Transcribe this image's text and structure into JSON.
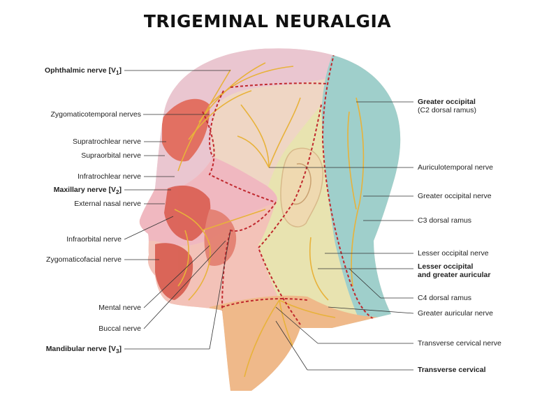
{
  "title": "TRIGEMINAL NEURALGIA",
  "labels_left": [
    {
      "id": "ophthalmic",
      "text": "Ophthalmic nerve [V",
      "sub": "1",
      "suffix": "]",
      "bold": true
    },
    {
      "id": "zygomaticotemporal",
      "text": "Zygomaticotemporal nerves",
      "bold": false
    },
    {
      "id": "supratrochlear",
      "text": "Supratrochlear nerve",
      "bold": false
    },
    {
      "id": "supraorbital",
      "text": "Supraorbital nerve",
      "bold": false
    },
    {
      "id": "infratrochlear",
      "text": "Infratrochlear nerve",
      "bold": false
    },
    {
      "id": "maxillary",
      "text": "Maxillary nerve [V",
      "sub": "2",
      "suffix": "]",
      "bold": true
    },
    {
      "id": "external-nasal",
      "text": "External nasal nerve",
      "bold": false
    },
    {
      "id": "infraorbital",
      "text": "Infraorbital nerve",
      "bold": false
    },
    {
      "id": "zygomaticofacial",
      "text": "Zygomaticofacial nerve",
      "bold": false
    },
    {
      "id": "mental",
      "text": "Mental nerve",
      "bold": false
    },
    {
      "id": "buccal",
      "text": "Buccal nerve",
      "bold": false
    },
    {
      "id": "mandibular",
      "text": "Mandibular nerve [V",
      "sub": "3",
      "suffix": "]",
      "bold": true
    }
  ],
  "labels_right": [
    {
      "id": "greater-occipital-c2",
      "text": "Greater occipital",
      "line2": "(C2 dorsal ramus)",
      "bold": true
    },
    {
      "id": "auriculotemporal",
      "text": "Auriculotemporal nerve",
      "bold": false
    },
    {
      "id": "greater-occipital",
      "text": "Greater occipital nerve",
      "bold": false
    },
    {
      "id": "c3-dorsal",
      "text": "C3 dorsal ramus",
      "bold": false
    },
    {
      "id": "lesser-occipital",
      "text": "Lesser occipital nerve",
      "bold": false
    },
    {
      "id": "lesser-and-greater",
      "text": "Lesser occipital",
      "line2": "and greater auricular",
      "bold": true
    },
    {
      "id": "c4-dorsal",
      "text": "C4 dorsal ramus",
      "bold": false
    },
    {
      "id": "greater-auricular",
      "text": "Greater auricular nerve",
      "bold": false
    },
    {
      "id": "transverse-cervical-nerve",
      "text": "Transverse cervical nerve",
      "bold": false
    },
    {
      "id": "transverse-cervical",
      "text": "Transverse cervical",
      "bold": true
    }
  ],
  "colors": {
    "ophthalmic_zone": "#e9c4d2",
    "maxillary_zone": "#f0b8c0",
    "mandibular_zone": "#f3c2b8",
    "occipital_zone": "#9fcfcb",
    "auricular_zone": "#e8e3b0",
    "neck": "#efb98a",
    "muscle": "#e0604f",
    "nerve": "#e8b23a",
    "boundary": "#c0282d"
  }
}
